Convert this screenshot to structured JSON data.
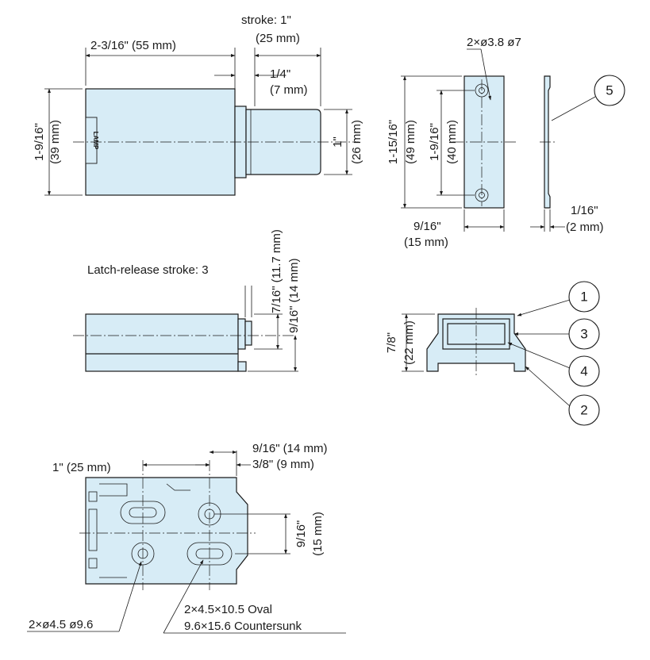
{
  "top_view": {
    "stroke_label": "stroke: 1\"",
    "stroke_mm": "(25 mm)",
    "width_label": "2-3/16\" (55 mm)",
    "plunger_step_label": "1/4\"",
    "plunger_step_mm": "(7 mm)",
    "height_label": "1-9/16\"",
    "height_mm": "(39 mm)",
    "plunger_height_label": "1\"",
    "plunger_height_mm": "(26 mm)",
    "logo_text": "LAMP"
  },
  "strike_plate": {
    "holes_label": "2×ø3.8  ø7",
    "height_label": "1-15/16\"",
    "height_mm": "(49 mm)",
    "pitch_label": "1-9/16\"",
    "pitch_mm": "(40 mm)",
    "width_label": "9/16\"",
    "width_mm": "(15 mm)",
    "thickness_label": "1/16\"",
    "thickness_mm": "(2 mm)"
  },
  "side_view": {
    "latch_release_label": "Latch-release stroke: 3",
    "dim_a": "7/16\" (11.7 mm)",
    "dim_b": "9/16\" (14 mm)"
  },
  "end_view": {
    "height_label": "7/8\"",
    "height_mm": "(22 mm)"
  },
  "callouts": [
    "1",
    "3",
    "4",
    "2",
    "5"
  ],
  "bottom_view": {
    "spacing_label": "1\" (25 mm)",
    "dim_14_label": "9/16\" (14 mm)",
    "dim_9_label": "3/8\" (9 mm)",
    "pitch_label": "9/16\"",
    "pitch_mm": "(15 mm)",
    "round_holes_label": "2×ø4.5  ø9.6",
    "oval_holes_label": "2×4.5×10.5 Oval",
    "countersunk_label": "9.6×15.6 Countersunk"
  }
}
